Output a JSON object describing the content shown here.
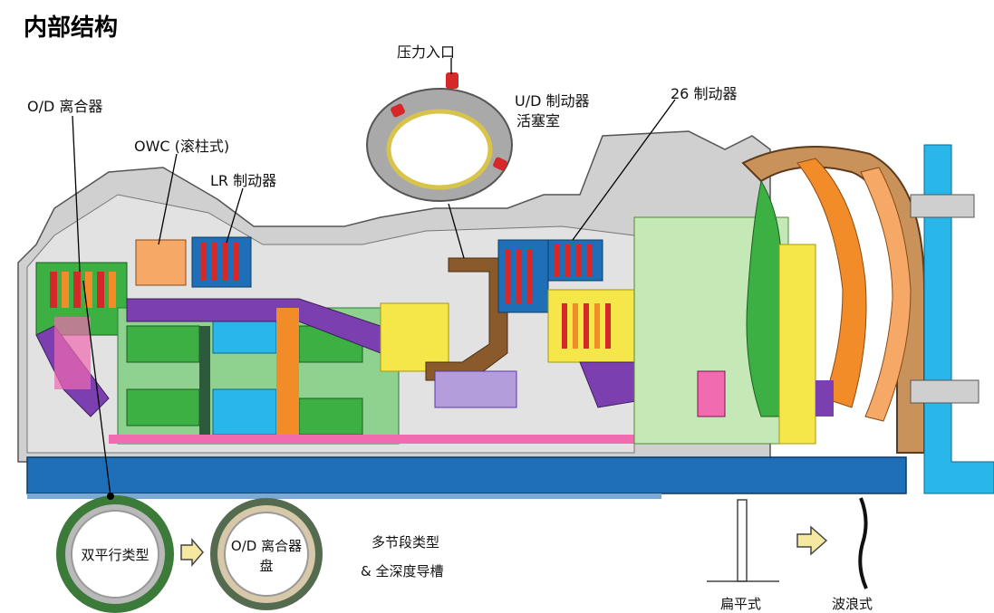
{
  "title": "内部结构",
  "labels": {
    "pressure_inlet": "压力入口",
    "ud_brake_piston": "U/D 制动器",
    "ud_brake_piston_2": "活塞室",
    "brake_26": "26 制动器",
    "od_clutch": "O/D 离合器",
    "owc": "OWC (滚柱式)",
    "lr_brake": "LR 制动器"
  },
  "bottom": {
    "double_parallel": "双平行类型",
    "od_disc_1": "O/D 离合器",
    "od_disc_2": "盘",
    "multi_step_1": "多节段类型",
    "multi_step_2": "& 全深度导槽",
    "flat": "扁平式",
    "wave": "波浪式"
  },
  "colors": {
    "housing": "#c8c8c8",
    "shaft_blue": "#1e6fb8",
    "green": "#3cb043",
    "purple": "#7b3fb0",
    "orange": "#f28c28",
    "yellow": "#f5e64a",
    "brown": "#8b5a2b",
    "pink": "#f06bb0",
    "red": "#d62828",
    "cyan": "#29b6e8"
  }
}
